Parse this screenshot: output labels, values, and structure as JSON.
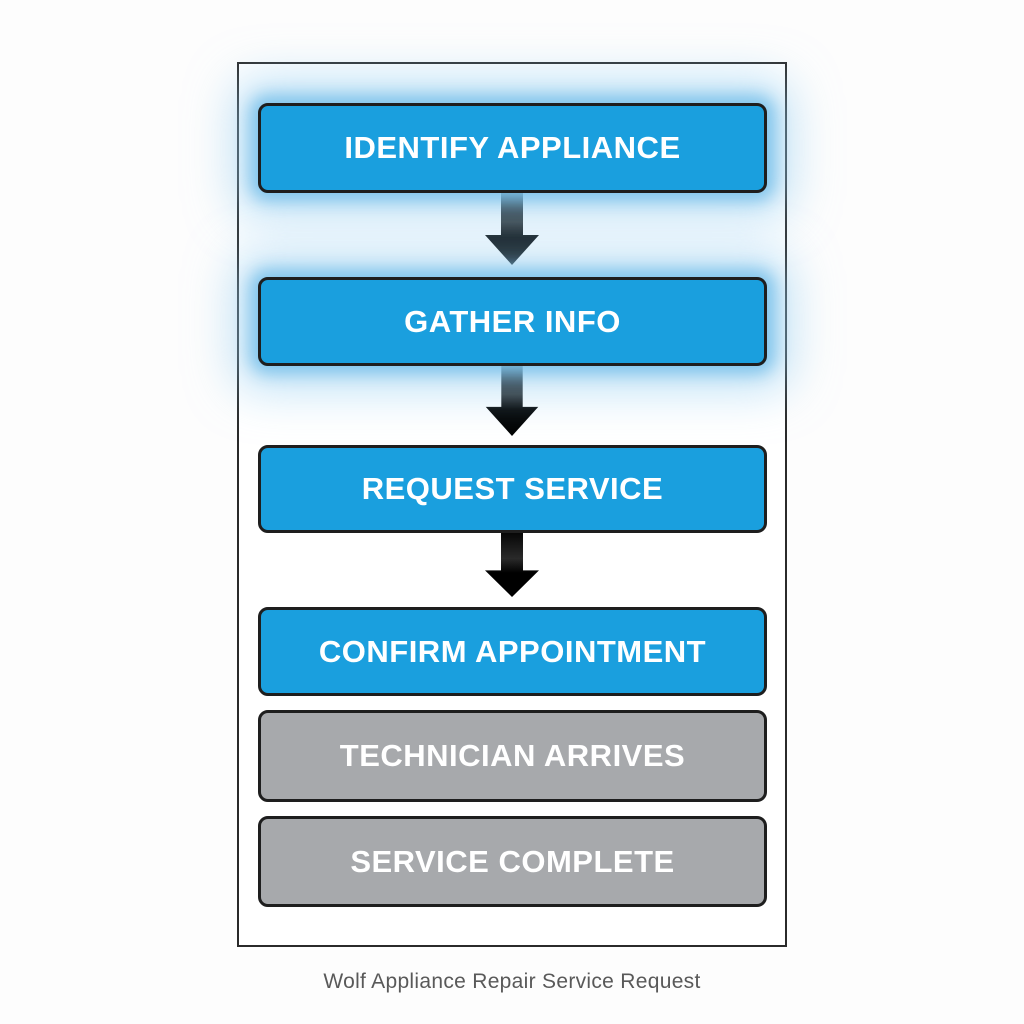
{
  "diagram": {
    "caption": "Wolf Appliance Repair Service Request",
    "steps": [
      {
        "label": "IDENTIFY APPLIANCE",
        "variant": "active",
        "glow": true
      },
      {
        "label": "GATHER INFO",
        "variant": "active",
        "glow": true
      },
      {
        "label": "REQUEST SERVICE",
        "variant": "active",
        "glow": false
      },
      {
        "label": "CONFIRM APPOINTMENT",
        "variant": "active",
        "glow": false
      },
      {
        "label": "TECHNICIAN ARRIVES",
        "variant": "inactive",
        "glow": false
      },
      {
        "label": "SERVICE COMPLETE",
        "variant": "inactive",
        "glow": false
      }
    ],
    "colors": {
      "step_active": "#1A9FDE",
      "step_inactive": "#A7A9AC",
      "step_text": "#FFFFFF",
      "box_border": "#1E1E1E",
      "frame_border": "#2A2A2A",
      "arrow": "#000000",
      "glow": "#7FC3EA",
      "caption_text": "#595959"
    }
  }
}
